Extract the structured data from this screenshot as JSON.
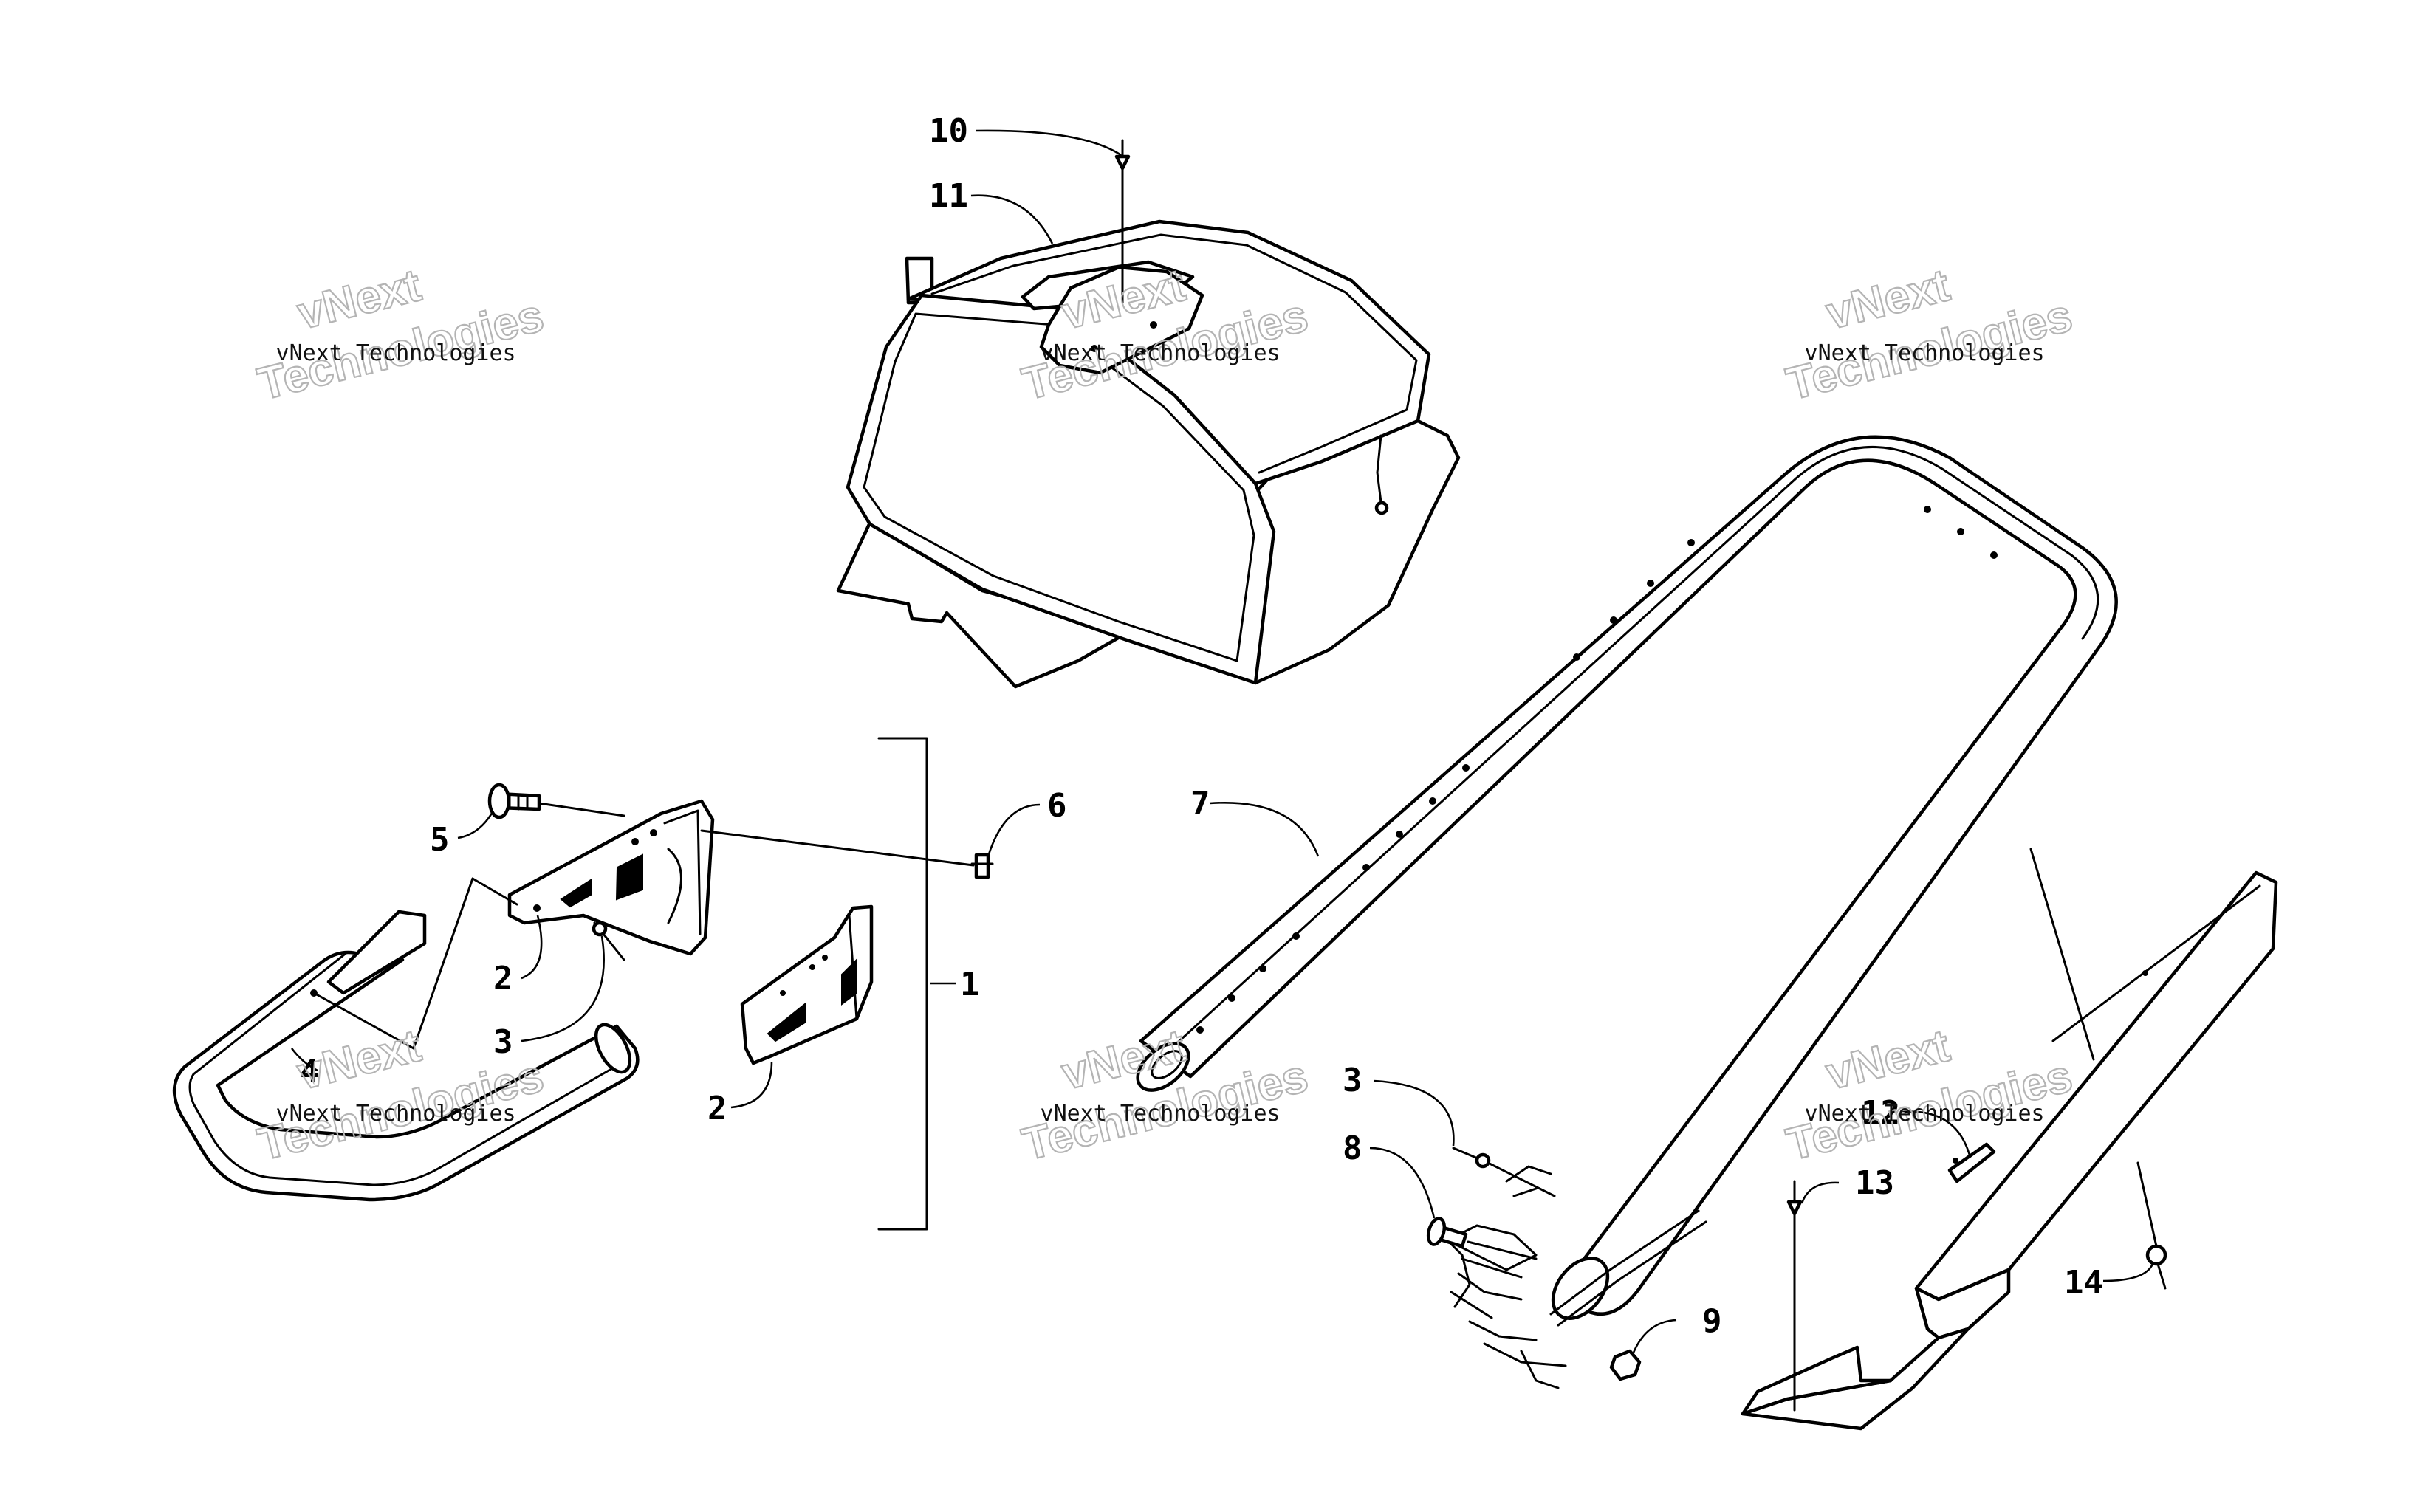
{
  "callouts": {
    "c1": "1",
    "c2a": "2",
    "c2b": "2",
    "c3a": "3",
    "c3b": "3",
    "c4": "4",
    "c5": "5",
    "c6": "6",
    "c7": "7",
    "c8": "8",
    "c9": "9",
    "c10": "10",
    "c11": "11",
    "c12": "12",
    "c13": "13",
    "c14": "14"
  },
  "watermarks": [
    {
      "small": "vNext Technologies",
      "big_top": "vNext",
      "big_bottom": "Technologies"
    },
    {
      "small": "vNext Technologies",
      "big_top": "vNext",
      "big_bottom": "Technologies"
    },
    {
      "small": "vNext Technologies",
      "big_top": "vNext",
      "big_bottom": "Technologies"
    },
    {
      "small": "vNext Technologies",
      "big_top": "vNext",
      "big_bottom": "Technologies"
    },
    {
      "small": "vNext Technologies",
      "big_top": "vNext",
      "big_bottom": "Technologies"
    },
    {
      "small": "vNext Technologies",
      "big_top": "vNext",
      "big_bottom": "Technologies"
    }
  ],
  "colors": {
    "line": "#000000",
    "background": "#ffffff",
    "watermark_outline": "#b4b4b4"
  }
}
